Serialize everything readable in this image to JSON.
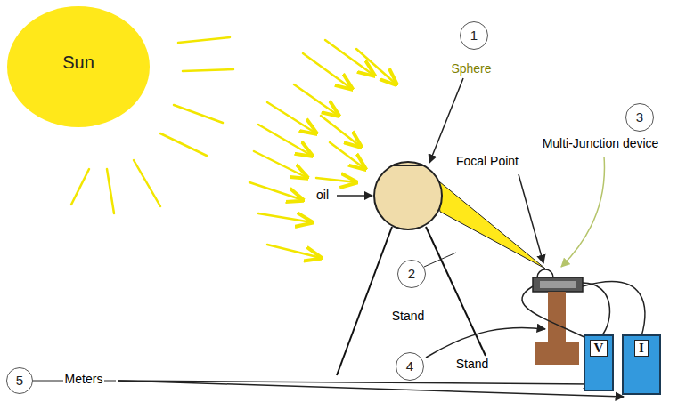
{
  "diagram": {
    "nodes": [
      {
        "text": [
          "Sun"
        ]
      },
      {
        "text": [
          "1"
        ]
      },
      {
        "text": [
          "3"
        ]
      },
      {
        "text": [
          "2"
        ]
      },
      {
        "text": [
          "4"
        ]
      },
      {
        "text": [
          "5"
        ]
      },
      {
        "text": [
          "V"
        ]
      },
      {
        "text": [
          "I"
        ]
      }
    ],
    "labels": [
      "Sphere",
      "oil",
      "Focal Point",
      "Multi-Junction device",
      "Stand",
      "Stand",
      "Meters"
    ]
  }
}
